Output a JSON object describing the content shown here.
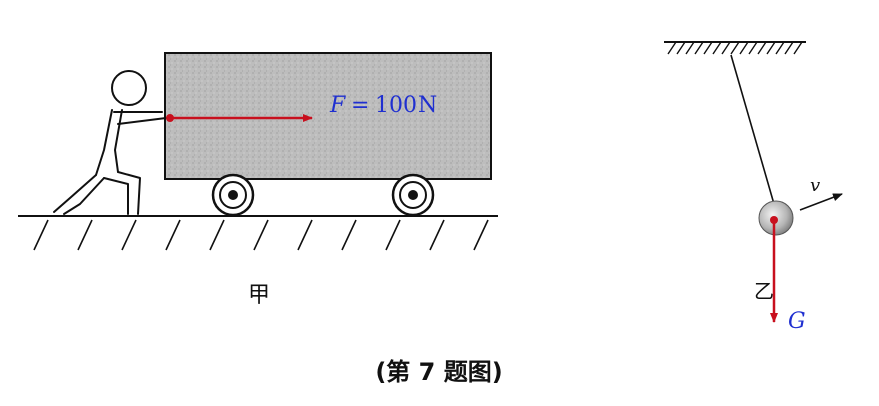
{
  "labels": {
    "force_symbol": "F",
    "force_equals": "=",
    "force_value": "100",
    "force_unit": "N",
    "left_panel": "甲",
    "right_panel": "乙",
    "velocity": "v",
    "gravity": "G",
    "caption": "(第 7 题图)"
  },
  "colors": {
    "force_arrow": "#c8101e",
    "label_blue": "#1f2fd0",
    "ink": "#111111",
    "cart_fill": "#bdbdbd"
  }
}
